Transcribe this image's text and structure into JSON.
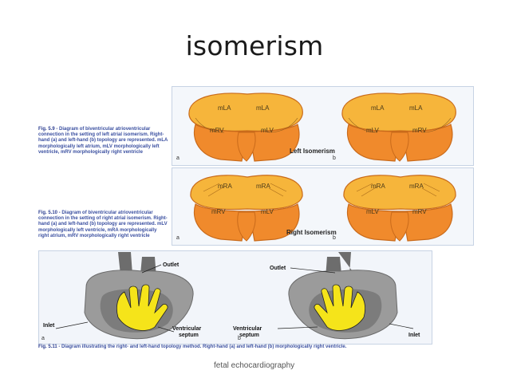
{
  "slide": {
    "title": "isomerism",
    "footer": "fetal echocardiography"
  },
  "fig_59": {
    "number": "Fig. 5.9 -",
    "caption": "Diagram of biventricular atrioventricular connection in the setting of left atrial isomerism. Right-hand (a) and left-hand (b) topology are represented. mLA morphologically left atrium, mLV morphologically left ventricle, mRV morphologically right ventricle",
    "label_a": "a",
    "label_b": "b",
    "left_atrium_1": "mLA",
    "left_atrium_2": "mLA",
    "ventricle_a_left": "mRV",
    "ventricle_a_right": "mLV",
    "ventricle_b_left": "mLV",
    "ventricle_b_right": "mRV",
    "heading": "Left Isomerism"
  },
  "fig_510": {
    "number": "Fig. 5.10 -",
    "caption": "Diagram of biventricular atrioventricular connection in the setting of right atrial isomerism. Right-hand (a) and left-hand (b) topology are represented. mLV morphologically left ventricle, mRA morphologically right atrium, mRV morphologically right ventricle",
    "label_a": "a",
    "label_b": "b",
    "right_atrium_1": "mRA",
    "right_atrium_2": "mRA",
    "ventricle_a_left": "mRV",
    "ventricle_a_right": "mLV",
    "ventricle_b_left": "mLV",
    "ventricle_b_right": "mRV",
    "heading": "Right Isomerism"
  },
  "fig_511": {
    "number": "Fig. 5.11 -",
    "caption": "Diagram illustrating the right- and left-hand topology method. Right-hand (a) and left-hand (b) morphologically right ventricle.",
    "label_a": "a",
    "label_b": "b",
    "outlet": "Outlet",
    "inlet": "Inlet",
    "septum_line1": "Ventricular",
    "septum_line2": "septum"
  },
  "colors": {
    "atrium": "#f6b53b",
    "ventricle": "#f08a2c",
    "outline": "#c96a1a",
    "heart_gray": "#8b8b8b",
    "hand": "#f5e41a"
  }
}
